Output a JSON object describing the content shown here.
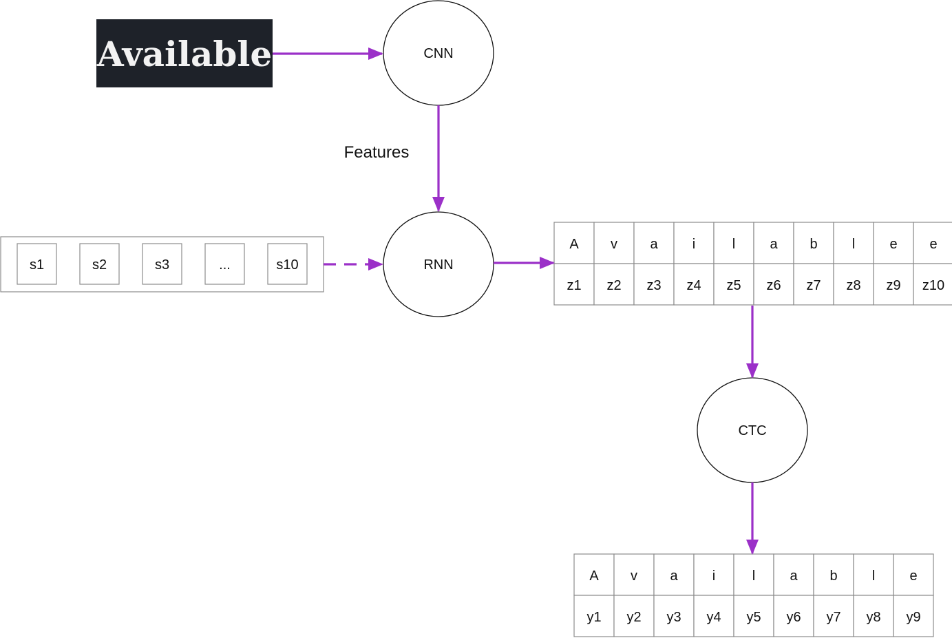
{
  "nodes": {
    "cnn": "CNN",
    "rnn": "RNN",
    "ctc": "CTC"
  },
  "input_image_text": "Available",
  "edge_label": "Features",
  "sequence_inputs": [
    "s1",
    "s2",
    "s3",
    "...",
    "s10"
  ],
  "rnn_output": {
    "chars": [
      "A",
      "v",
      "a",
      "i",
      "l",
      "a",
      "b",
      "l",
      "e",
      "e"
    ],
    "labels": [
      "z1",
      "z2",
      "z3",
      "z4",
      "z5",
      "z6",
      "z7",
      "z8",
      "z9",
      "z10"
    ]
  },
  "ctc_output": {
    "chars": [
      "A",
      "v",
      "a",
      "i",
      "l",
      "a",
      "b",
      "l",
      "e"
    ],
    "labels": [
      "y1",
      "y2",
      "y3",
      "y4",
      "y5",
      "y6",
      "y7",
      "y8",
      "y9"
    ]
  },
  "colors": {
    "arrow": "#9b30c8",
    "image_bg": "#1e2229"
  }
}
